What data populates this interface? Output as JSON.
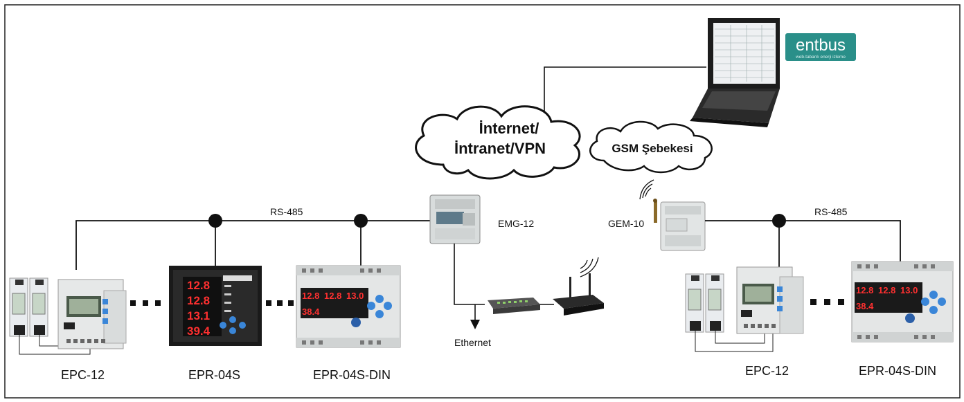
{
  "diagram": {
    "clouds": {
      "internet_line1": "İnternet/",
      "internet_line2": "İntranet/VPN",
      "gsm": "GSM Şebekesi"
    },
    "logo": {
      "brand": "entbus",
      "tagline": "web-tabanlı enerji izleme"
    },
    "bus_labels": {
      "left": "RS-485",
      "right": "RS-485"
    },
    "gateways": {
      "emg": "EMG-12",
      "gem": "GEM-10"
    },
    "network": {
      "ethernet": "Ethernet"
    },
    "device_labels": {
      "left_epc": "EPC-12",
      "left_epr": "EPR-04S",
      "left_epr_din": "EPR-04S-DIN",
      "right_epc": "EPC-12",
      "right_epr_din": "EPR-04S-DIN"
    },
    "meter_readings": {
      "epr_panel": [
        "12.8",
        "12.8",
        "13.1",
        "39.4"
      ],
      "din_row1": [
        "12.8",
        "12.8",
        "13.0"
      ],
      "din_row2": [
        "38.4"
      ]
    },
    "colors": {
      "line": "#111111",
      "display_red": "#e02020",
      "logo_bg": "#2a8f89",
      "button_blue": "#3a86d8"
    }
  }
}
